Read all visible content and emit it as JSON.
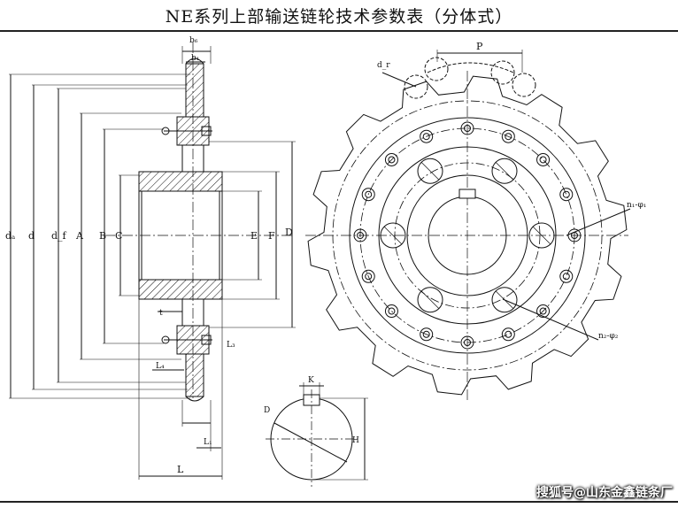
{
  "title": "NE系列上部输送链轮技术参数表（分体式）",
  "watermark": "搜狐号@山东金鑫链条厂",
  "labels": {
    "b6": "b₆",
    "b1": "b₁",
    "da": "dₐ",
    "d": "d",
    "df": "d_f",
    "A": "A",
    "B": "B",
    "C": "C",
    "D_side": "D",
    "E": "E",
    "F": "F",
    "t": "t",
    "L3": "L₃",
    "L4": "L₄",
    "L1": "L₁",
    "L": "L",
    "dr": "d_r",
    "P": "P",
    "n1phi1": "n₁-φ₁",
    "n2phi2": "n₂-φ₂",
    "K": "K",
    "D_key": "D",
    "H": "H"
  },
  "colors": {
    "line": "#111111",
    "hatch": "#111111",
    "background": "#ffffff"
  }
}
